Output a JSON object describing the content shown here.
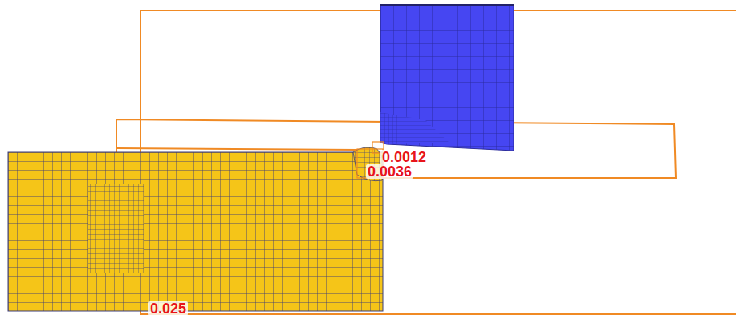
{
  "diagram": {
    "labels": [
      "0.0012",
      "0.0036",
      "0.025"
    ]
  }
}
